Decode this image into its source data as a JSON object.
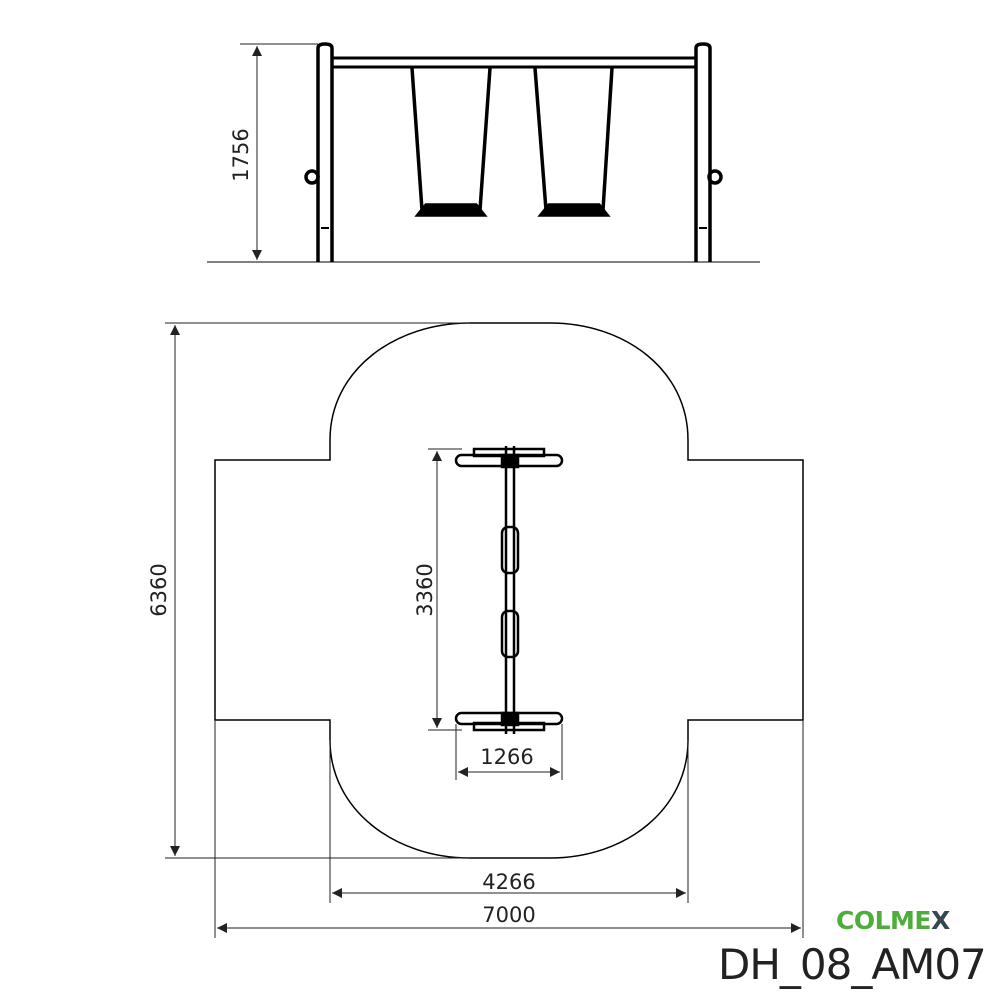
{
  "drawing": {
    "code": "DH_08_AM07",
    "brand": {
      "name": "COLMEX",
      "main": "COLME",
      "accent": "X",
      "main_color": "#4fad3b",
      "accent_color": "#37474f"
    },
    "dimensions": {
      "height": "1756",
      "area_depth": "6360",
      "frame_length": "3360",
      "seat_width": "1266",
      "inner_width": "4266",
      "total_width": "7000"
    }
  }
}
